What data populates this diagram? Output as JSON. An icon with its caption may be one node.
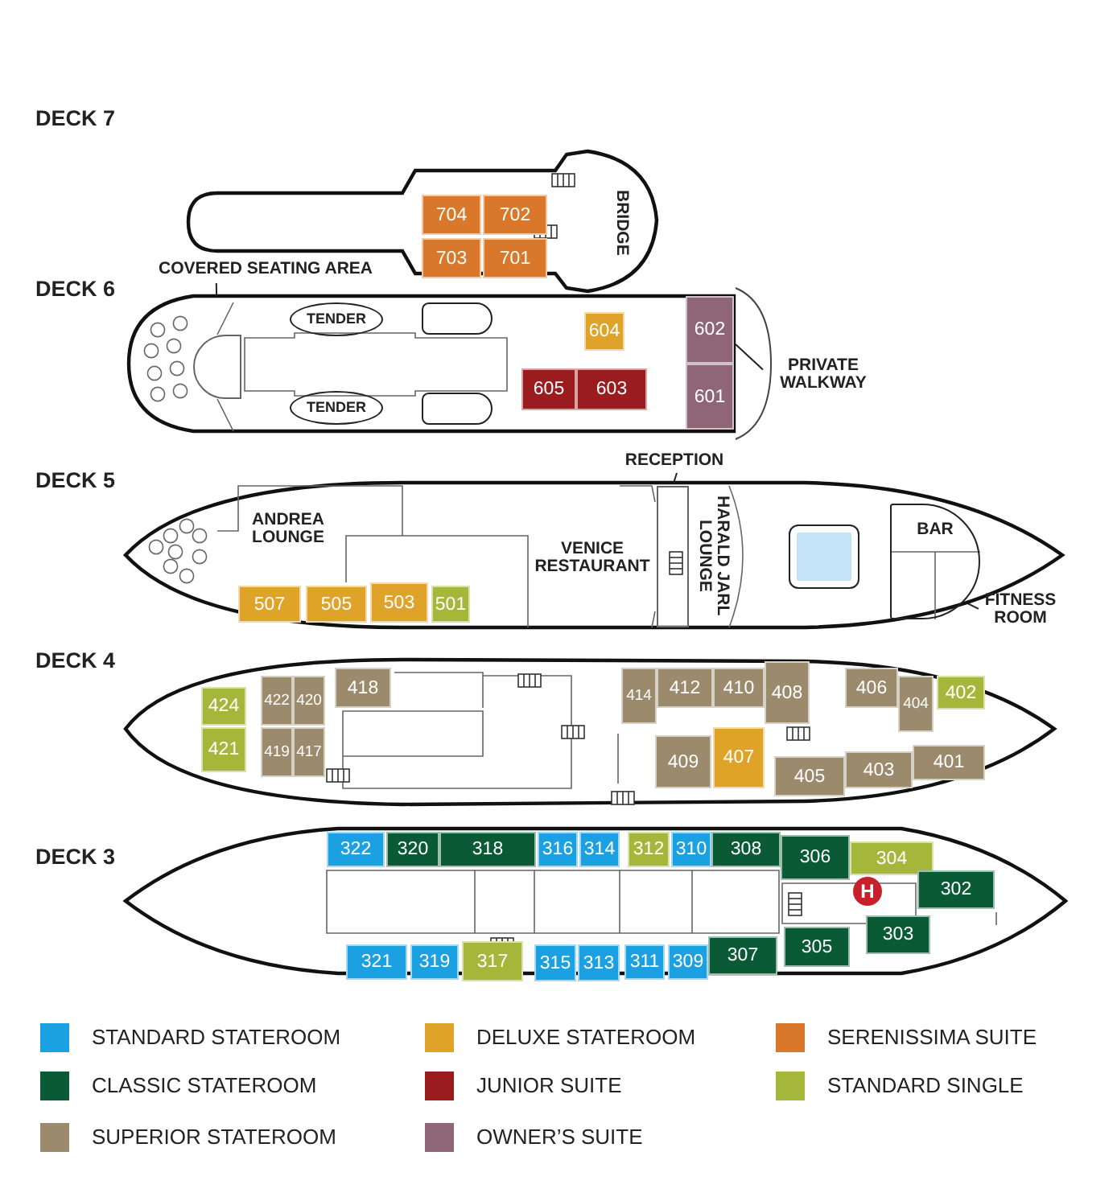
{
  "diagram": {
    "nodes": [
      {
        "text": [
          "DECK 7"
        ]
      },
      {
        "text": [
          "704"
        ],
        "in": 0
      },
      {
        "text": [
          "702"
        ],
        "in": 0
      },
      {
        "text": [
          "703"
        ],
        "in": 0
      },
      {
        "text": [
          "701"
        ],
        "in": 0
      },
      {
        "text": [
          "BRIDGE"
        ],
        "in": 0
      },
      {
        "text": [
          "DECK 6"
        ]
      },
      {
        "text": [
          "COVERED SEATING AREA"
        ]
      },
      {
        "text": [
          "TENDER"
        ],
        "in": 6
      },
      {
        "text": [],
        "shape": "box",
        "in": 6
      },
      {
        "text": [
          "604"
        ],
        "in": 6
      },
      {
        "text": [
          "602"
        ],
        "in": 6
      },
      {
        "text": [
          "605"
        ],
        "in": 6
      },
      {
        "text": [
          "603"
        ],
        "in": 6
      },
      {
        "text": [
          "601"
        ],
        "in": 6
      },
      {
        "text": [
          "TENDER"
        ],
        "in": 6
      },
      {
        "text": [],
        "shape": "box",
        "in": 6
      },
      {
        "text": [
          "PRIVATE WALKWAY"
        ]
      },
      {
        "text": [
          "DECK 5"
        ]
      },
      {
        "text": [
          "RECEPTION"
        ]
      },
      {
        "text": [
          "ANDREA LOUNGE"
        ],
        "in": 18
      },
      {
        "text": [
          "VENICE RESTAURANT"
        ],
        "in": 18
      },
      {
        "text": [
          "HARALD JARL LOUNGE"
        ],
        "in": 18
      },
      {
        "text": [],
        "shape": "box",
        "in": 18
      },
      {
        "text": [
          "BAR"
        ],
        "in": 18
      },
      {
        "text": [
          "FITNESS ROOM"
        ]
      },
      {
        "text": [
          "507"
        ],
        "in": 18
      },
      {
        "text": [
          "505"
        ],
        "in": 18
      },
      {
        "text": [
          "503"
        ],
        "in": 18
      },
      {
        "text": [
          "501"
        ],
        "in": 18
      },
      {
        "text": [
          "DECK 4"
        ]
      },
      {
        "text": [
          "424"
        ],
        "in": 30
      },
      {
        "text": [
          "422"
        ],
        "in": 30
      },
      {
        "text": [
          "420"
        ],
        "in": 30
      },
      {
        "text": [
          "418"
        ],
        "in": 30
      },
      {
        "text": [
          "414"
        ],
        "in": 30
      },
      {
        "text": [
          "412"
        ],
        "in": 30
      },
      {
        "text": [
          "410"
        ],
        "in": 30
      },
      {
        "text": [
          "408"
        ],
        "in": 30
      },
      {
        "text": [
          "406"
        ],
        "in": 30
      },
      {
        "text": [
          "404"
        ],
        "in": 30
      },
      {
        "text": [
          "402"
        ],
        "in": 30
      },
      {
        "text": [
          "421"
        ],
        "in": 30
      },
      {
        "text": [
          "419"
        ],
        "in": 30
      },
      {
        "text": [
          "417"
        ],
        "in": 30
      },
      {
        "text": [
          "409"
        ],
        "in": 30
      },
      {
        "text": [
          "407"
        ],
        "in": 30
      },
      {
        "text": [
          "405"
        ],
        "in": 30
      },
      {
        "text": [
          "403"
        ],
        "in": 30
      },
      {
        "text": [
          "401"
        ],
        "in": 30
      },
      {
        "text": [
          "DECK 3"
        ]
      },
      {
        "text": [
          "322"
        ],
        "in": 50
      },
      {
        "text": [
          "320"
        ],
        "in": 50
      },
      {
        "text": [
          "318"
        ],
        "in": 50
      },
      {
        "text": [
          "316"
        ],
        "in": 50
      },
      {
        "text": [
          "314"
        ],
        "in": 50
      },
      {
        "text": [
          "312"
        ],
        "in": 50
      },
      {
        "text": [
          "310"
        ],
        "in": 50
      },
      {
        "text": [
          "308"
        ],
        "in": 50
      },
      {
        "text": [
          "306"
        ],
        "in": 50
      },
      {
        "text": [
          "304"
        ],
        "in": 50
      },
      {
        "text": [
          "302"
        ],
        "in": 50
      },
      {
        "text": [
          "H"
        ],
        "in": 50
      },
      {
        "text": [
          "321"
        ],
        "in": 50
      },
      {
        "text": [
          "319"
        ],
        "in": 50
      },
      {
        "text": [
          "317"
        ],
        "in": 50
      },
      {
        "text": [
          "315"
        ],
        "in": 50
      },
      {
        "text": [
          "313"
        ],
        "in": 50
      },
      {
        "text": [
          "311"
        ],
        "in": 50
      },
      {
        "text": [
          "309"
        ],
        "in": 50
      },
      {
        "text": [
          "307"
        ],
        "in": 50
      },
      {
        "text": [
          "305"
        ],
        "in": 50
      },
      {
        "text": [
          "303"
        ],
        "in": 50
      },
      {
        "text": [],
        "shape": "bar"
      },
      {
        "text": [],
        "shape": "box",
        "in": 18
      },
      {
        "text": [],
        "shape": "box",
        "in": 6
      }
    ],
    "edges": [
      {
        "from": 7,
        "to": 75,
        "arrow": "none"
      },
      {
        "from": 17,
        "to": 73,
        "arrow": "none"
      },
      {
        "from": 19,
        "to": 23,
        "arrow": "none"
      },
      {
        "from": 25,
        "to": 24,
        "arrow": "none"
      }
    ],
    "legend": [
      {
        "text": "STANDARD STATEROOM",
        "color": "#1ba1e2"
      },
      {
        "text": "DELUXE STATEROOM",
        "color": "#e0a32a"
      },
      {
        "text": "SERENISSIMA SUITE",
        "color": "#d9782a"
      },
      {
        "text": "CLASSIC STATEROOM",
        "color": "#0b5a36"
      },
      {
        "text": "JUNIOR SUITE",
        "color": "#9b1c1f"
      },
      {
        "text": "STANDARD SINGLE",
        "color": "#a4b73a"
      },
      {
        "text": "SUPERIOR STATEROOM",
        "color": "#9c8a6c"
      },
      {
        "text": "OWNER’S SUITE",
        "color": "#8f6677"
      }
    ]
  }
}
